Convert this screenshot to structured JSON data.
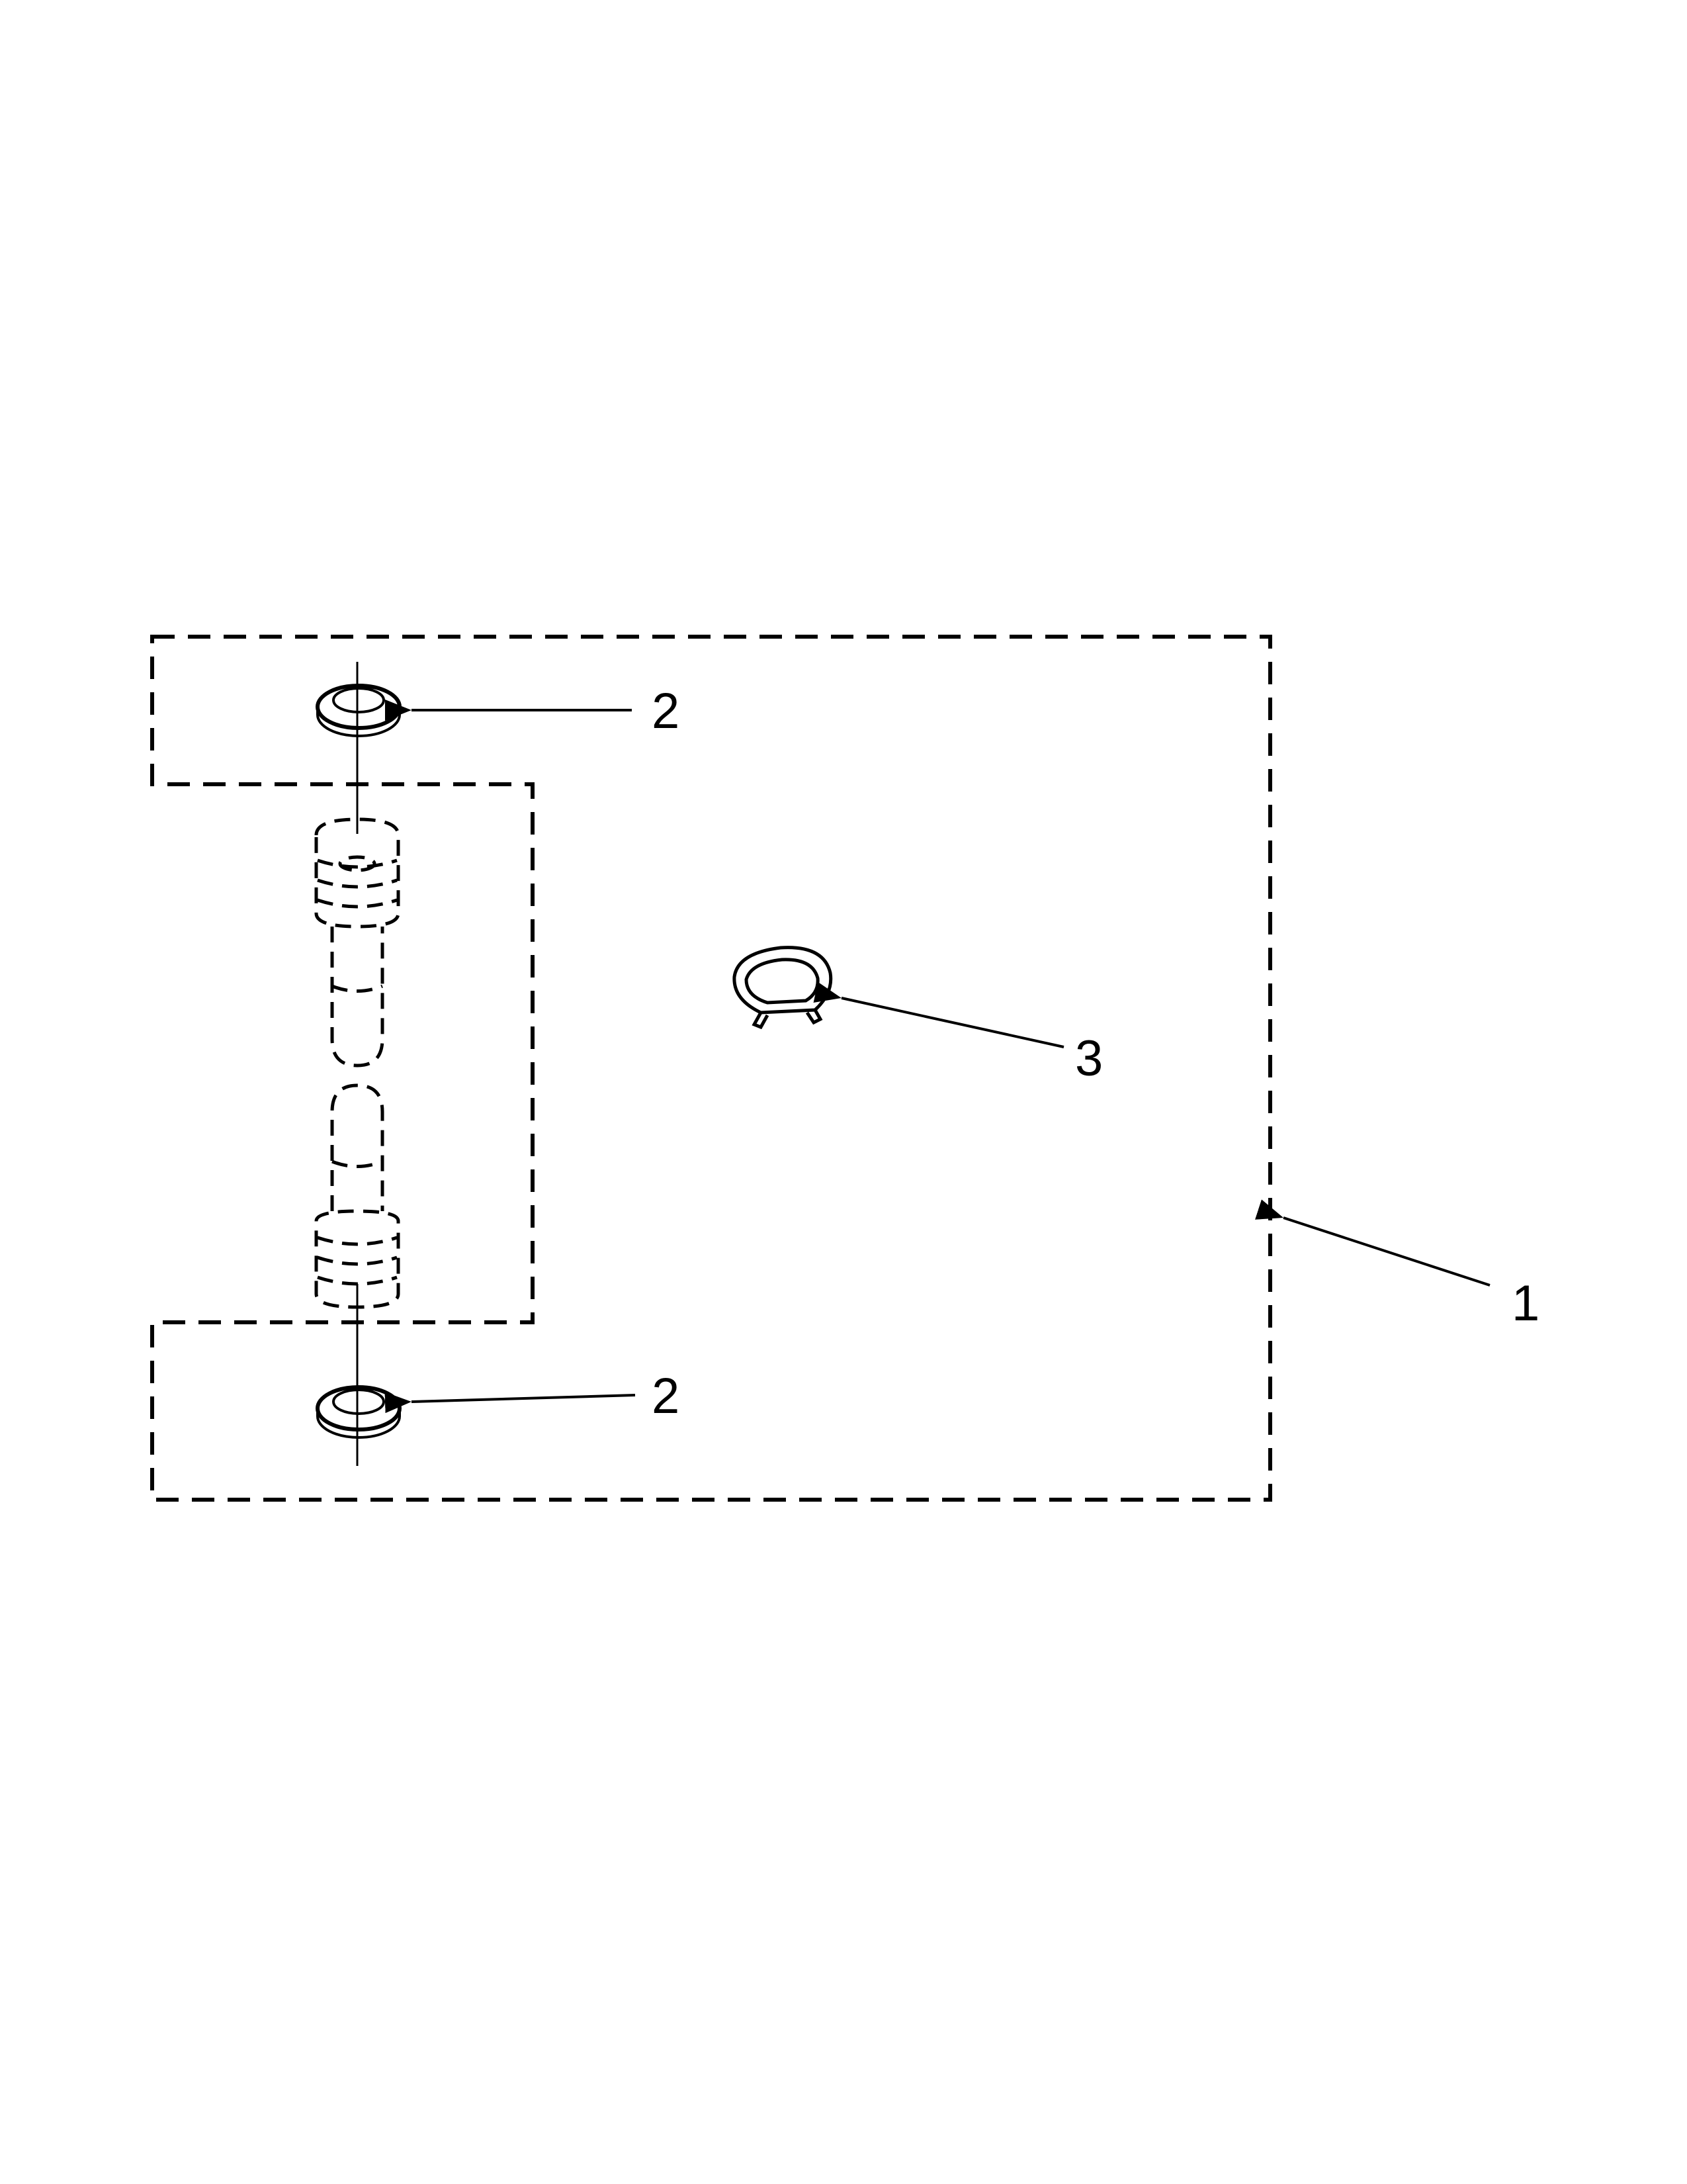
{
  "diagram": {
    "callouts": [
      {
        "id": "kit",
        "label": "1"
      },
      {
        "id": "washer-top",
        "label": "2"
      },
      {
        "id": "washer-bottom",
        "label": "2"
      },
      {
        "id": "clamp",
        "label": "3"
      }
    ]
  },
  "colors": {
    "ink": "#000000",
    "background": "#ffffff"
  }
}
